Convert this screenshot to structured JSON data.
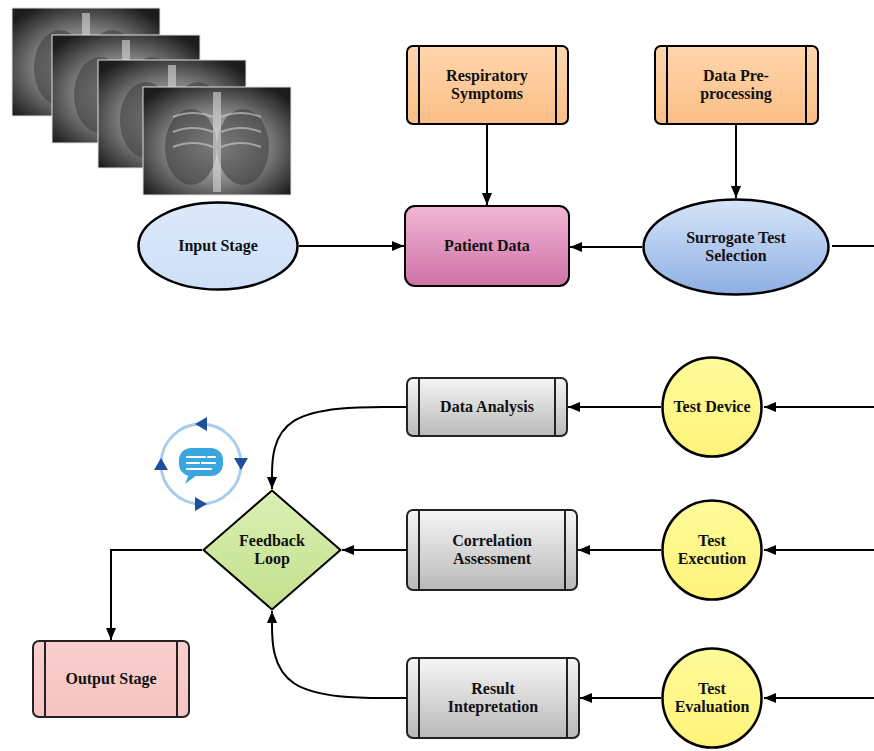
{
  "diagram": {
    "nodes": [
      {
        "text": [
          "Respiratory Symptoms"
        ]
      },
      {
        "text": [
          "Data Pre- processing"
        ]
      },
      {
        "text": [
          "Input Stage"
        ]
      },
      {
        "text": [
          "Patient Data"
        ]
      },
      {
        "text": [
          "Surrogate Test Selection"
        ]
      },
      {
        "text": [
          "Data Analysis"
        ]
      },
      {
        "text": [
          "Test Device"
        ]
      },
      {
        "text": [
          "Feedback Loop"
        ]
      },
      {
        "text": [
          "Correlation Assessment"
        ]
      },
      {
        "text": [
          "Test Execution"
        ]
      },
      {
        "text": [
          "Output Stage"
        ]
      },
      {
        "text": [
          "Result Intepretation"
        ]
      },
      {
        "text": [
          "Test Evaluation"
        ]
      }
    ],
    "edges": [
      {
        "from": 2,
        "to": 3,
        "arrow": "to"
      },
      {
        "from": 0,
        "to": 3,
        "arrow": "to"
      },
      {
        "from": 1,
        "to": 4,
        "arrow": "to"
      },
      {
        "from": 4,
        "to": 3,
        "arrow": "to"
      },
      {
        "from": 6,
        "to": 5,
        "arrow": "to"
      },
      {
        "from": 9,
        "to": 8,
        "arrow": "to"
      },
      {
        "from": 12,
        "to": 11,
        "arrow": "to"
      },
      {
        "from": 5,
        "to": 7,
        "arrow": "to"
      },
      {
        "from": 8,
        "to": 7,
        "arrow": "to"
      },
      {
        "from": 11,
        "to": 7,
        "arrow": "to"
      },
      {
        "from": 7,
        "to": 10,
        "arrow": "to"
      }
    ]
  }
}
